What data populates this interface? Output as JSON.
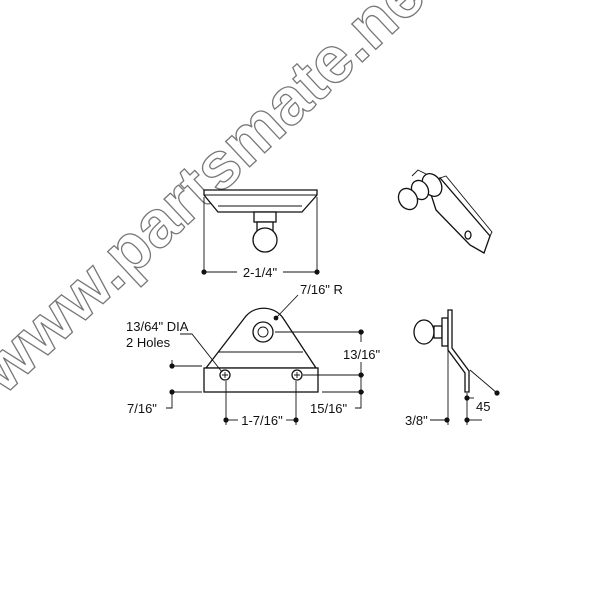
{
  "dimensions": {
    "top_width": "2-1/4\"",
    "radius": "7/16\" R",
    "hole_dia": "13/64\" DIA",
    "hole_count": "2 Holes",
    "hole_height": "13/16\"",
    "left_offset": "7/16\"",
    "right_offset": "15/16\"",
    "hole_spacing": "1-7/16\"",
    "side_thickness": "3/8\"",
    "side_angle": "45"
  },
  "watermark": "www.partsmate.net",
  "colors": {
    "line": "#111111",
    "watermark_stroke": "#777777"
  }
}
